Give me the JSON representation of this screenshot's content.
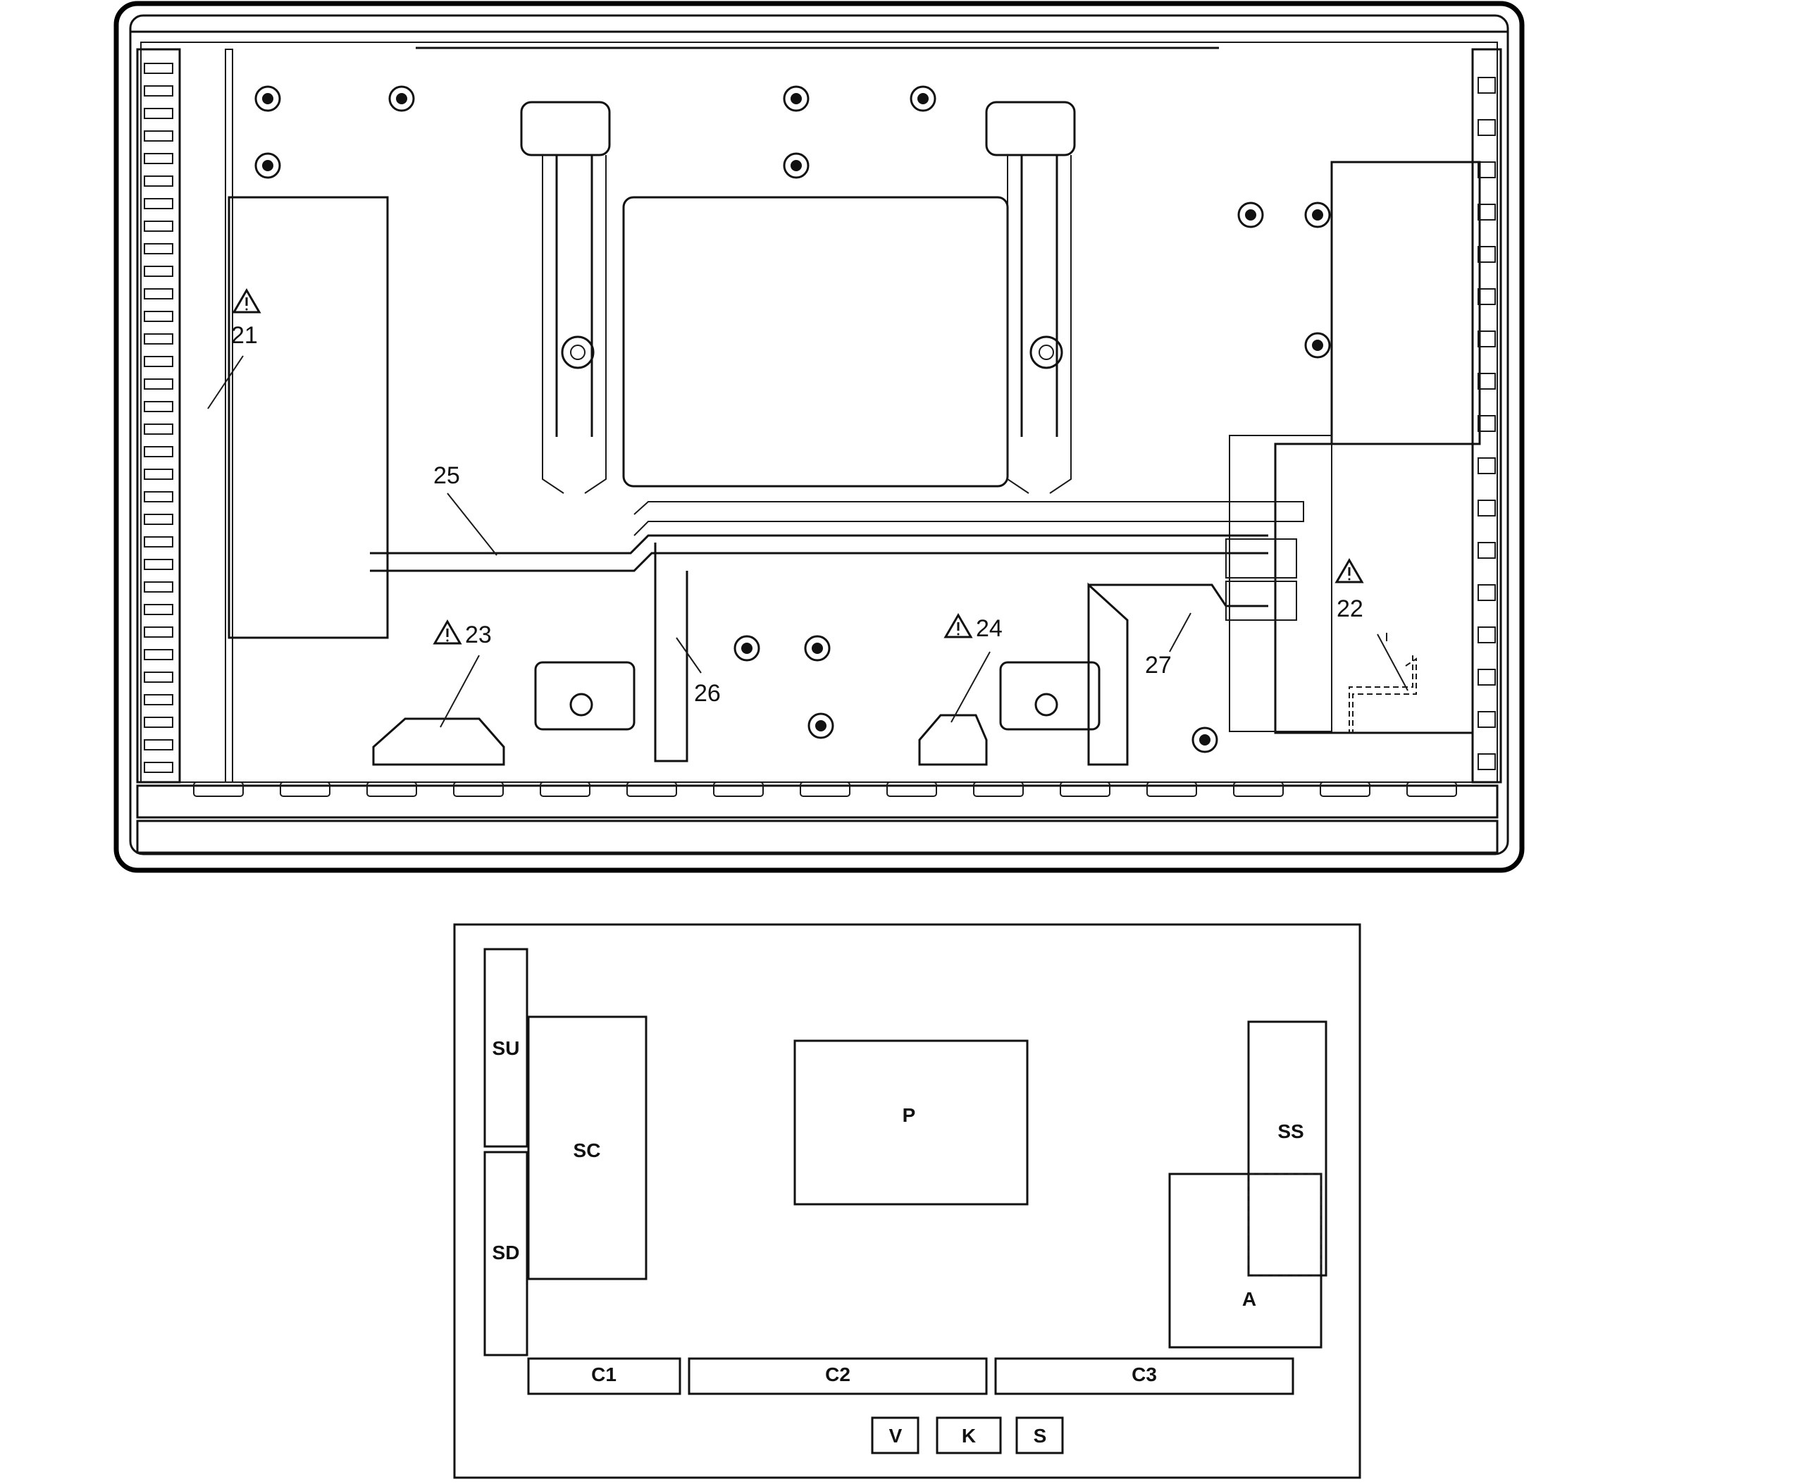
{
  "exploded_view": {
    "callouts": [
      {
        "id": "21",
        "label": "21",
        "warning": true
      },
      {
        "id": "22",
        "label": "22",
        "warning": true
      },
      {
        "id": "23",
        "label": "23",
        "warning": true
      },
      {
        "id": "24",
        "label": "24",
        "warning": true
      },
      {
        "id": "25",
        "label": "25",
        "warning": false
      },
      {
        "id": "26",
        "label": "26",
        "warning": false
      },
      {
        "id": "27",
        "label": "27",
        "warning": false
      }
    ],
    "warning_icon": "warning-triangle-icon"
  },
  "board_layout": {
    "boards": {
      "su": "SU",
      "sd": "SD",
      "sc": "SC",
      "p": "P",
      "ss": "SS",
      "a": "A",
      "c1": "C1",
      "c2": "C2",
      "c3": "C3",
      "v": "V",
      "k": "K",
      "s": "S"
    }
  },
  "colors": {
    "line": "#111111",
    "background": "#ffffff"
  }
}
